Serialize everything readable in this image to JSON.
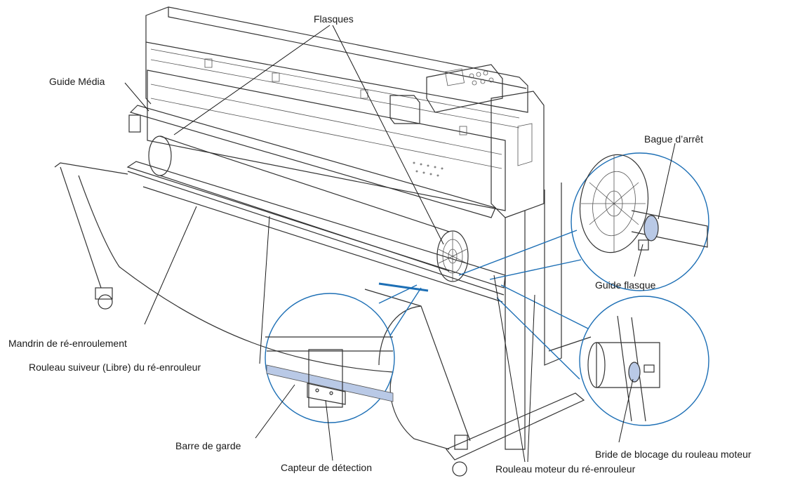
{
  "labels": {
    "flasques": "Flasques",
    "guide_media": "Guide Média",
    "bague_arret": "Bague d’arrêt",
    "guide_flasque": "Guide flasque",
    "mandrin": "Mandrin de ré-enroulement",
    "rouleau_suiveur": "Rouleau suiveur (Libre) du ré-enrouleur",
    "barre_garde": "Barre de garde",
    "capteur": "Capteur de détection",
    "rouleau_moteur": "Rouleau moteur du ré-enrouleur",
    "bride": "Bride de blocage du rouleau moteur"
  },
  "colors": {
    "callout_circle": "#1d6fb5",
    "highlight_fill": "#b9c9e6",
    "line_art": "#333333"
  }
}
